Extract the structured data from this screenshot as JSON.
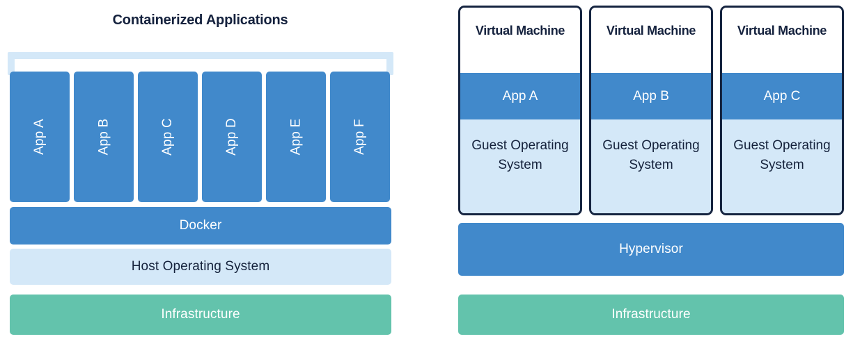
{
  "colors": {
    "blue": "#4189cb",
    "light_blue": "#d4e8f8",
    "green": "#63c3ac",
    "navy": "#14213d",
    "white": "#ffffff"
  },
  "left_panel": {
    "title": "Containerized Applications",
    "apps": [
      {
        "label": "App A"
      },
      {
        "label": "App B"
      },
      {
        "label": "App C"
      },
      {
        "label": "App D"
      },
      {
        "label": "App E"
      },
      {
        "label": "App F"
      }
    ],
    "layers": {
      "docker": "Docker",
      "host_os": "Host Operating System",
      "infrastructure": "Infrastructure"
    }
  },
  "right_panel": {
    "vms": [
      {
        "title": "Virtual Machine",
        "app": "App A",
        "guest_os": "Guest Operating System"
      },
      {
        "title": "Virtual Machine",
        "app": "App B",
        "guest_os": "Guest Operating System"
      },
      {
        "title": "Virtual Machine",
        "app": "App C",
        "guest_os": "Guest Operating System"
      }
    ],
    "layers": {
      "hypervisor": "Hypervisor",
      "infrastructure": "Infrastructure"
    }
  }
}
